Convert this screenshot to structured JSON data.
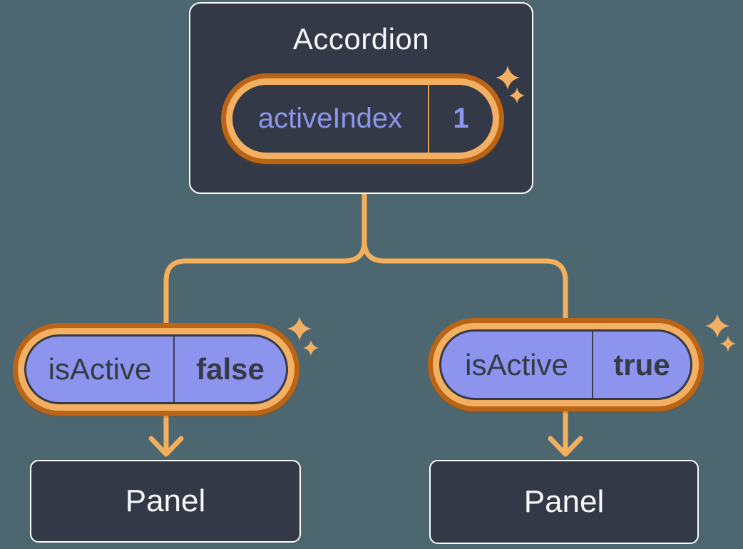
{
  "diagram": {
    "accordion": {
      "label": "Accordion",
      "state": {
        "name": "activeIndex",
        "value": "1"
      }
    },
    "branches": [
      {
        "prop": {
          "name": "isActive",
          "value": "false"
        },
        "panel": {
          "label": "Panel"
        }
      },
      {
        "prop": {
          "name": "isActive",
          "value": "true"
        },
        "panel": {
          "label": "Panel"
        }
      }
    ]
  },
  "icons": [
    "sparkle-icon",
    "arrow-down-icon"
  ],
  "colors": {
    "background": "#4C6770",
    "node_fill": "#333946",
    "node_border": "#FCFDFE",
    "connector_orange": "#F4AF5C",
    "ring_dark_orange": "#BC6416",
    "ring_light_orange": "#F4B062",
    "prop_pill_purple": "#8C94EE",
    "state_text_purple": "#8B96EE",
    "dark_text": "#353A45",
    "light_text": "#F6F7F9"
  }
}
